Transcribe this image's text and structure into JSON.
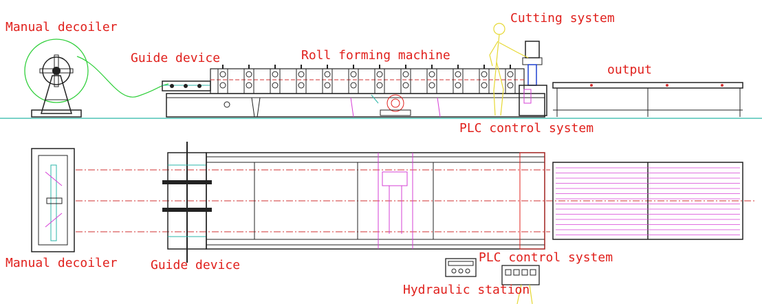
{
  "diagram": {
    "title": "",
    "labels": {
      "manual_decoiler_top": "Manual decoiler",
      "guide_device_top": "Guide device",
      "roll_forming_machine": "Roll forming machine",
      "cutting_system": "Cutting system",
      "output": "output",
      "plc_control_top": "PLC control system",
      "manual_decoiler_bottom": "Manual decoiler",
      "guide_device_bottom": "Guide device",
      "plc_control_bottom": "PLC control system",
      "hydraulic_station": "Hydraulic station"
    },
    "colors": {
      "label": "#e0201c",
      "line": "#222222",
      "floor": "#2bb6a8",
      "coil": "#2fcf3a",
      "operator": "#e6d832",
      "magenta": "#d63fd6",
      "centerline": "#d23232"
    },
    "roll_stations_count": 12
  }
}
